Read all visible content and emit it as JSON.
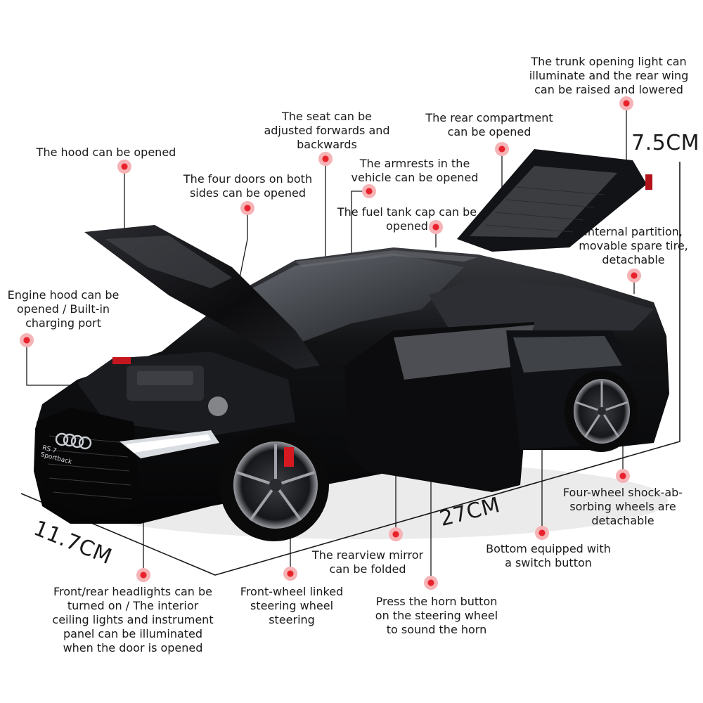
{
  "dimensions": {
    "height": "7.5CM",
    "length": "27CM",
    "width": "11.7CM"
  },
  "callouts": {
    "trunk_light": "The trunk opening light can\nilluminate and the rear wing\ncan be raised and lowered",
    "seat": "The seat can be\nadjusted forwards and\nbackwards",
    "rear_compartment": "The rear compartment\ncan be opened",
    "hood": "The hood can be opened",
    "armrests": "The armrests in the\nvehicle can be opened",
    "four_doors": "The four doors on both\nsides can be opened",
    "fuel_cap": "The fuel tank cap can be\nopened",
    "partition": "Internal partition,\nmovable spare tire,\ndetachable",
    "engine_hood": "Engine hood can be\nopened / Built-in\ncharging port",
    "shock_wheels": "Four-wheel shock-ab-\nsorbing wheels are\ndetachable",
    "bottom_switch": "Bottom equipped with\na switch button",
    "rearview_mirror": "The rearview mirror\ncan be folded",
    "headlights": "Front/rear headlights can be\nturned on / The interior\nceiling lights and instrument\npanel can be illuminated\nwhen the door is opened",
    "front_steering": "Front-wheel linked\nsteering wheel\nsteering",
    "horn": "Press the horn button\non the steering wheel\nto sound the horn"
  },
  "car": {
    "badge": "RS 7 Sportback"
  },
  "colors": {
    "accent_dot": "#e8222b",
    "car_body": "#0d0d0f",
    "text": "#1a1a1a"
  }
}
